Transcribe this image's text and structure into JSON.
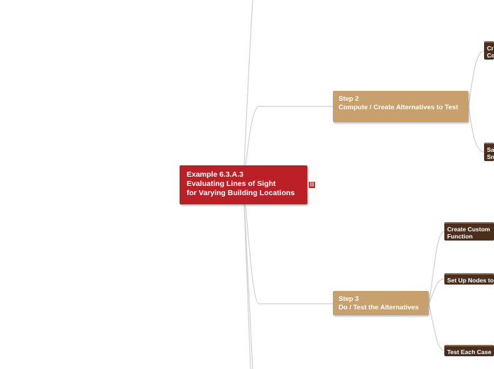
{
  "root": {
    "lines": [
      "Example 6.3.A.3",
      "Evaluating Lines of Sight",
      "for Varying Building Locations"
    ],
    "icon": "link-icon"
  },
  "steps": [
    {
      "lines": [
        "Step 2",
        "Compute / Create Alternatives to Test"
      ]
    },
    {
      "lines": [
        "Step 3",
        "Do / Test the Alternatives"
      ]
    }
  ],
  "leaves": {
    "step2": [
      {
        "lines": [
          "Cr",
          "Co"
        ]
      },
      {
        "lines": [
          "Sa",
          "Sn"
        ]
      }
    ],
    "step3": [
      {
        "lines": [
          "Create Custom",
          "Function"
        ]
      },
      {
        "lines": [
          "Set Up Nodes to"
        ]
      },
      {
        "lines": [
          "Test Each Case"
        ]
      }
    ]
  },
  "colors": {
    "root": "#bd1f27",
    "step": "#c8a06e",
    "leaf": "#4a2f1f",
    "connector": "#cccccc"
  }
}
